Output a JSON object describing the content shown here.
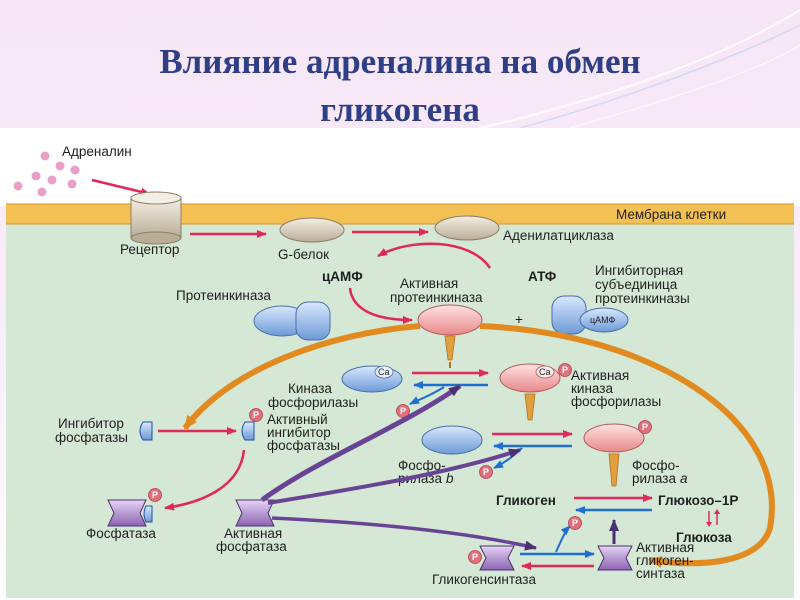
{
  "slide": {
    "title_line1": "Влияние адреналина на обмен",
    "title_line2": "гликогена"
  },
  "labels": {
    "adrenaline": "Адреналин",
    "cell_membrane": "Мембрана клетки",
    "receptor": "Рецептор",
    "g_protein": "G-белок",
    "adenylate_cyclase": "Аденилатциклаза",
    "camp": "цАМФ",
    "atp": "АТФ",
    "protein_kinase": "Протеинкиназа",
    "active_pk_line1": "Активная",
    "active_pk_line2": "протеинкиназа",
    "inhib_sub_line1": "Ингибиторная",
    "inhib_sub_line2": "субъединица",
    "inhib_sub_line3": "протеинкиназы",
    "camp_small": "цАМФ",
    "plus": "+",
    "kinase_line1": "Киназа",
    "kinase_line2": "фосфорилазы",
    "ca": "Ca",
    "active_kinase_line1": "Активная",
    "active_kinase_line2": "киназа",
    "active_kinase_line3": "фосфорилазы",
    "phosphatase_inhibitor_line1": "Ингибитор",
    "phosphatase_inhibitor_line2": "фосфатазы",
    "active_inhibitor_line1": "Активный",
    "active_inhibitor_line2": "ингибитор",
    "active_inhibitor_line3": "фосфатазы",
    "phosphorylase_b_line1": "Фосфо-",
    "phosphorylase_b_line2": "рилаза",
    "phosphorylase_b_suffix": "b",
    "phosphorylase_a_line1": "Фосфо-",
    "phosphorylase_a_line2": "рилаза",
    "phosphorylase_a_suffix": "а",
    "glycogen": "Гликоген",
    "glucose_1p": "Глюкозо–1Р",
    "glucose": "Глюкоза",
    "phosphatase": "Фосфатаза",
    "active_phosphatase_line1": "Активная",
    "active_phosphatase_line2": "фосфатаза",
    "glycogen_synthase": "Гликогенсинтаза",
    "active_gs_line1": "Активная",
    "active_gs_line2": "гликоген-",
    "active_gs_line3": "синтаза",
    "p": "P"
  },
  "colors": {
    "title": "#2e3f86",
    "cytoplasm": "#d5e8d6",
    "membrane": "#f3c054",
    "red_arrow": "#e0285a",
    "blue_arrow": "#1f6fd1",
    "orange_arrow": "#f0a030",
    "purple_arrow": "#7a4fa0",
    "phosphate": "#e0707a"
  }
}
